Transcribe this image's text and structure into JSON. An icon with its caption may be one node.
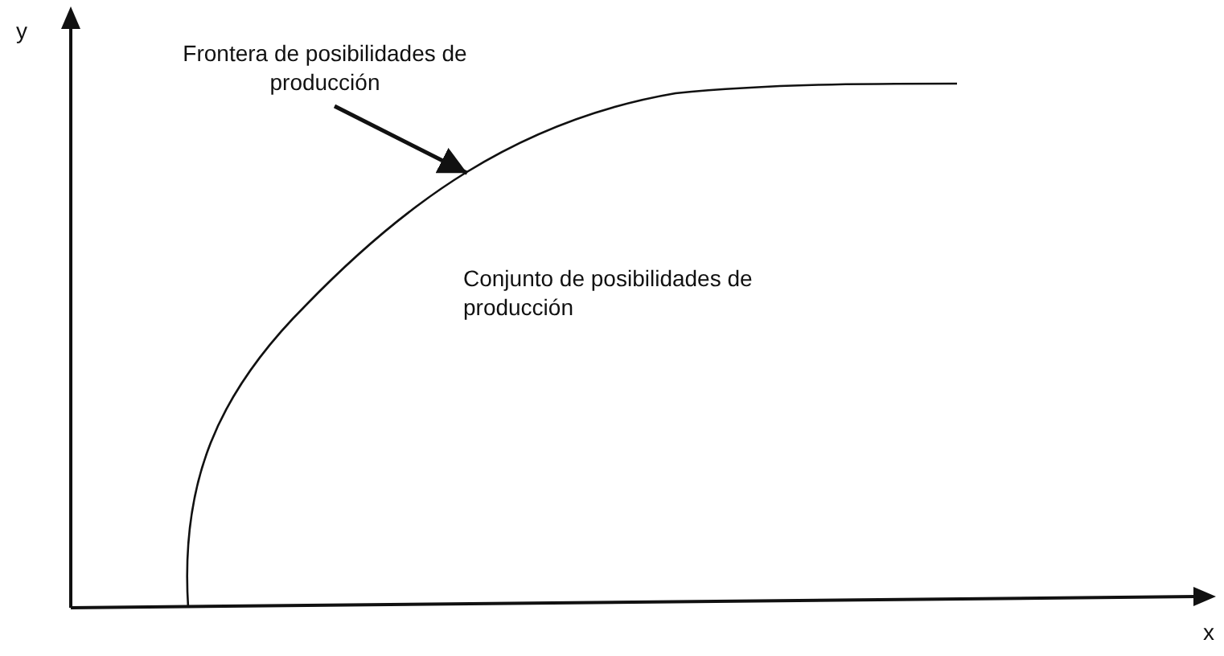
{
  "diagram": {
    "nodes": [
      {
        "text": [
          "Frontera de posibilidades de producción"
        ]
      },
      {
        "text": [],
        "shape": "curve"
      }
    ],
    "edges": [
      {
        "from": 0,
        "to": 1,
        "arrow": "to"
      }
    ],
    "labels": [
      "y",
      "Conjunto de posibilidades de producción",
      "x"
    ]
  }
}
